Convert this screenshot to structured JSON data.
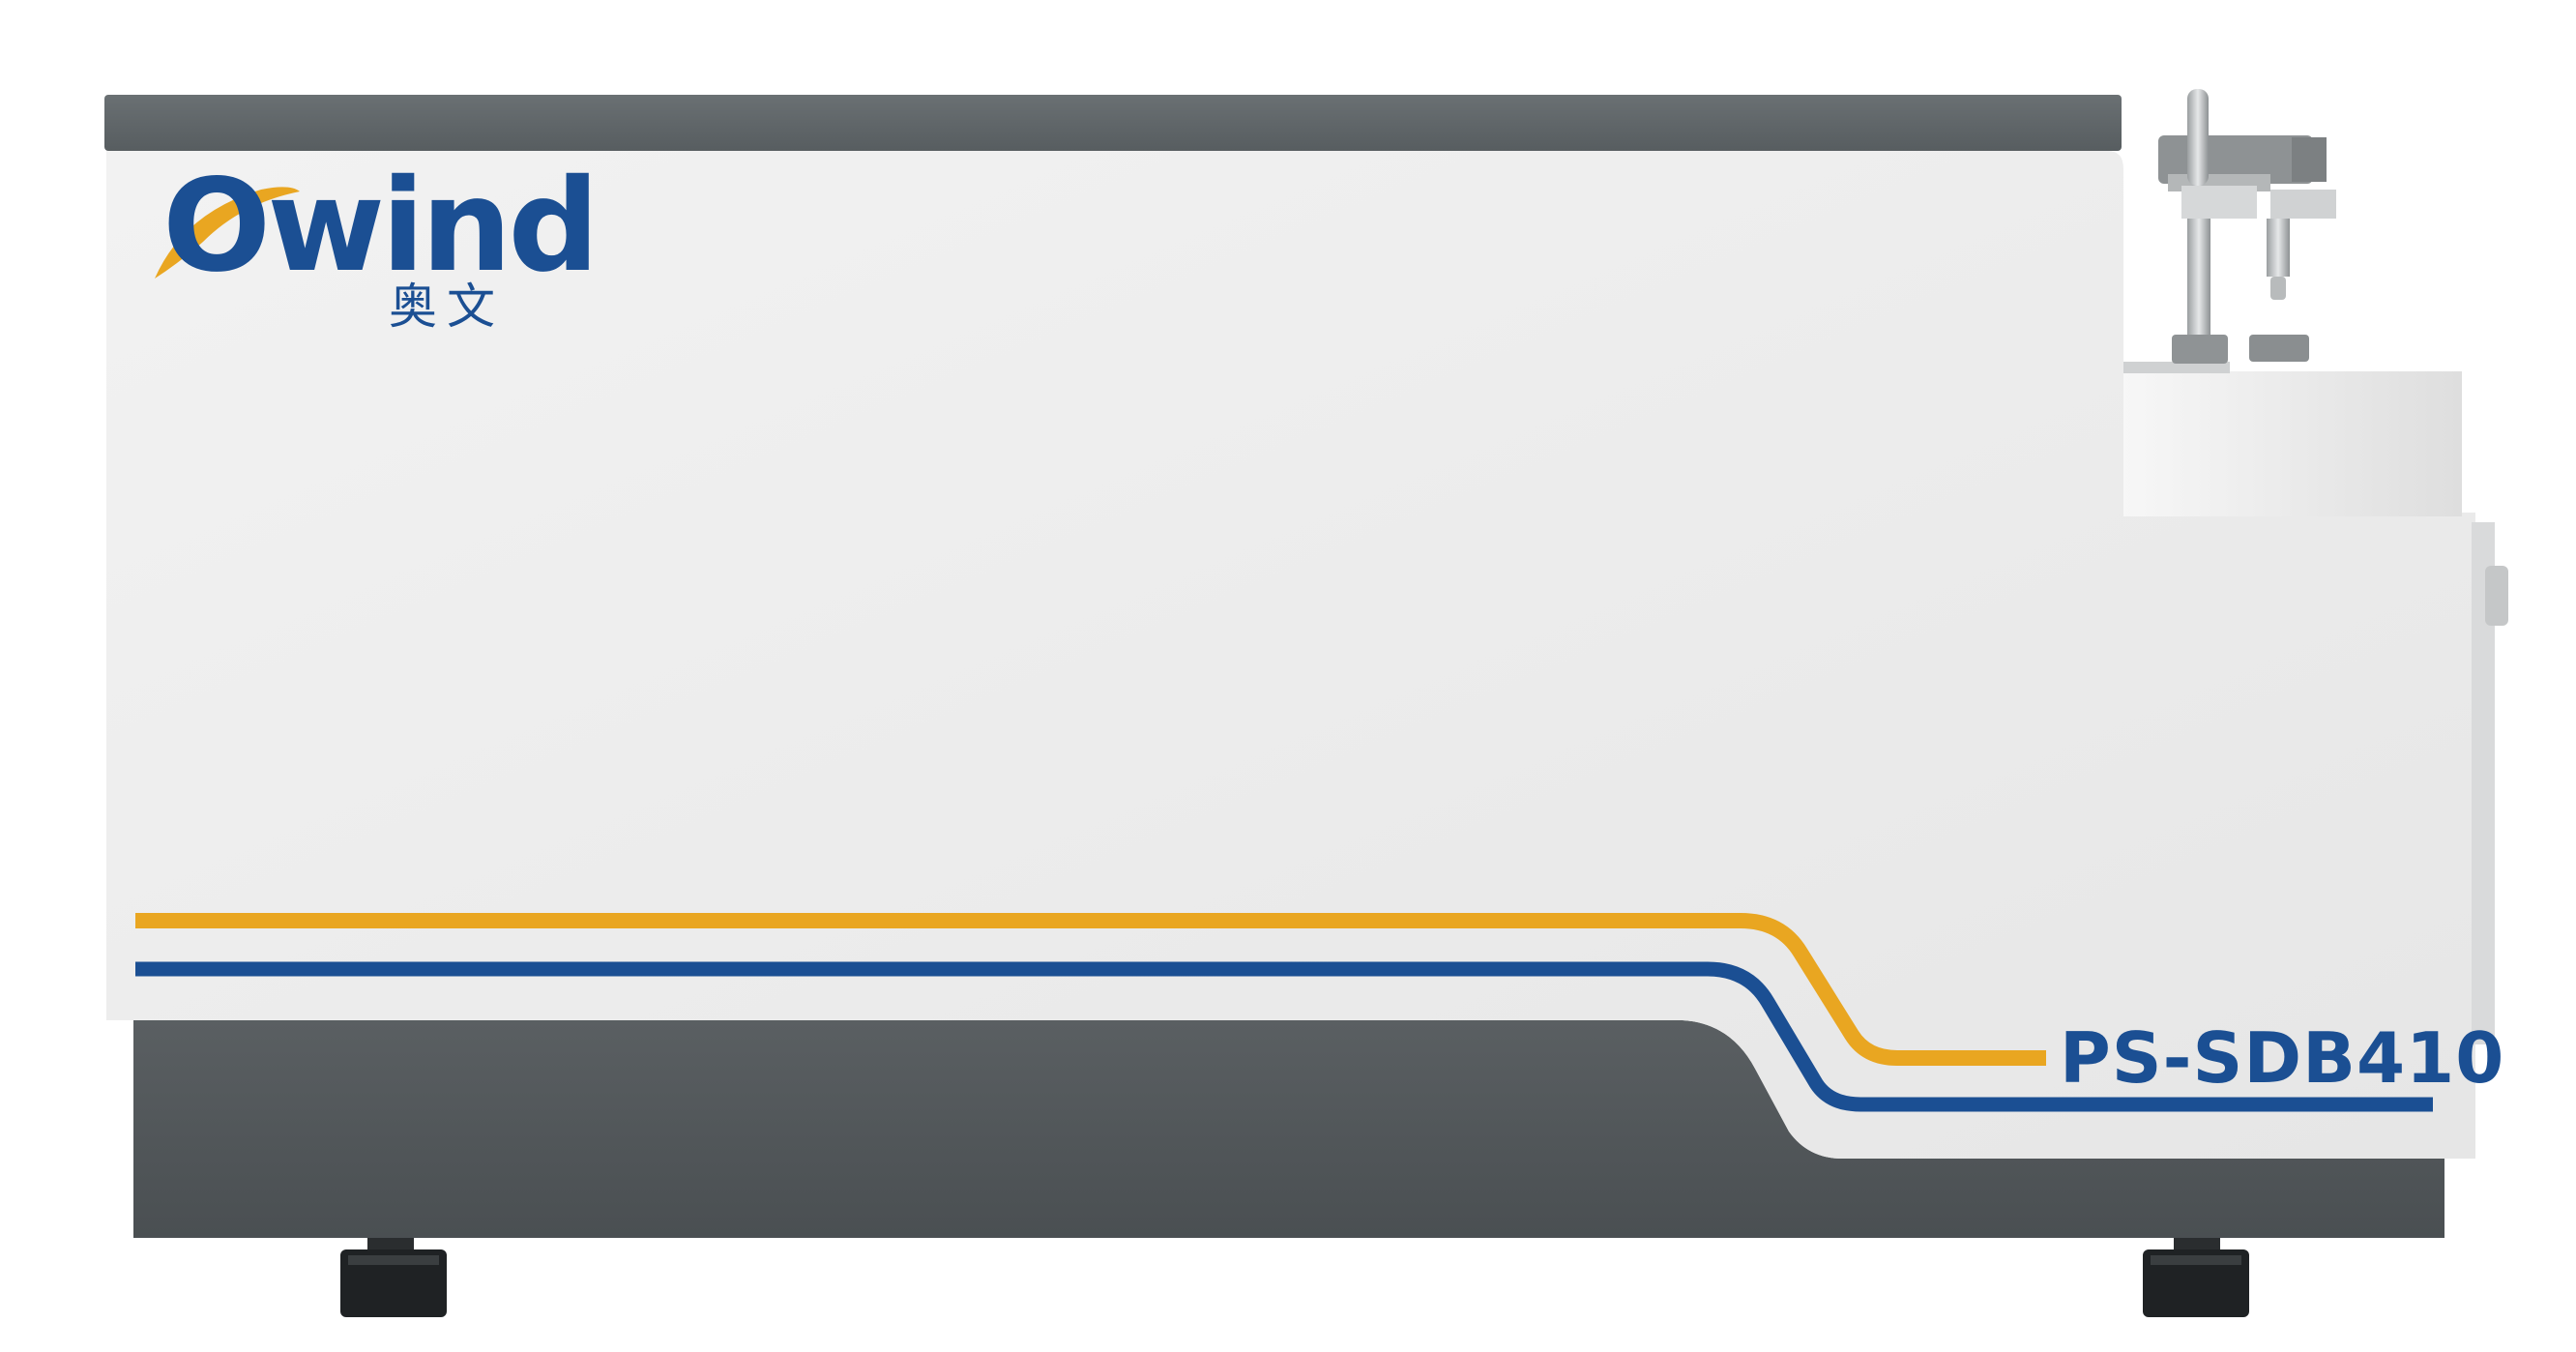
{
  "product": {
    "brand": "Owind",
    "brand_cn": "奥文",
    "model": "PS-SDB410"
  },
  "colors": {
    "top_band": "#5f6568",
    "body_panel": "#ececec",
    "base_housing": "#52575a",
    "stripe_orange": "#e9a621",
    "stripe_blue": "#1b4f93",
    "brand_blue": "#1b4f93"
  }
}
